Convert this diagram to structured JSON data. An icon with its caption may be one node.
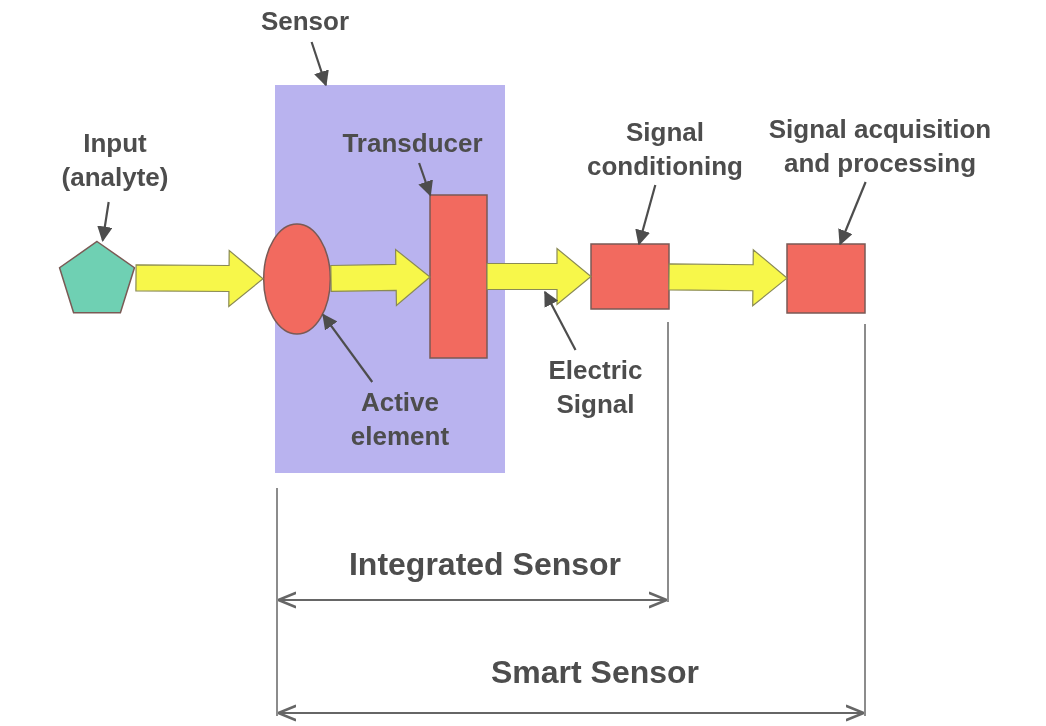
{
  "diagram": {
    "nodes": [
      {
        "text": [
          "Sensor"
        ]
      },
      {
        "text": [],
        "shape": "box"
      },
      {
        "text": [
          "Input (analyte)"
        ]
      },
      {
        "text": [],
        "shape": "pentagon"
      },
      {
        "text": [],
        "shape": "ellipse",
        "in": 1
      },
      {
        "text": [],
        "shape": "box",
        "in": 1
      },
      {
        "text": [
          "Transducer"
        ],
        "in": 1
      },
      {
        "text": [
          "Active element"
        ],
        "in": 1
      },
      {
        "text": [
          "Signal conditioning"
        ]
      },
      {
        "text": [],
        "shape": "box"
      },
      {
        "text": [
          "Signal acquisition and processing"
        ]
      },
      {
        "text": [],
        "shape": "box"
      },
      {
        "text": [
          "Electric Signal"
        ]
      }
    ],
    "edges": [
      {
        "from": 3,
        "to": 4,
        "arrow": "to",
        "style": "thick",
        "color": "#f7f74a"
      },
      {
        "from": 4,
        "to": 5,
        "arrow": "to",
        "style": "thick",
        "color": "#f7f74a"
      },
      {
        "from": 5,
        "to": 9,
        "arrow": "to",
        "style": "thick",
        "color": "#f7f74a"
      },
      {
        "from": 9,
        "to": 11,
        "arrow": "to",
        "style": "thick",
        "color": "#f7f74a"
      },
      {
        "from": 0,
        "to": 1,
        "arrow": "to"
      },
      {
        "from": 2,
        "to": 3,
        "arrow": "to"
      },
      {
        "from": 6,
        "to": 5,
        "arrow": "to"
      },
      {
        "from": 7,
        "to": 4,
        "arrow": "to"
      },
      {
        "from": 8,
        "to": 9,
        "arrow": "to"
      },
      {
        "from": 10,
        "to": 11,
        "arrow": "to"
      },
      {
        "from": 12,
        "to": null,
        "arrow": "to"
      }
    ],
    "labels": [
      "Integrated Sensor",
      "Smart Sensor"
    ]
  }
}
